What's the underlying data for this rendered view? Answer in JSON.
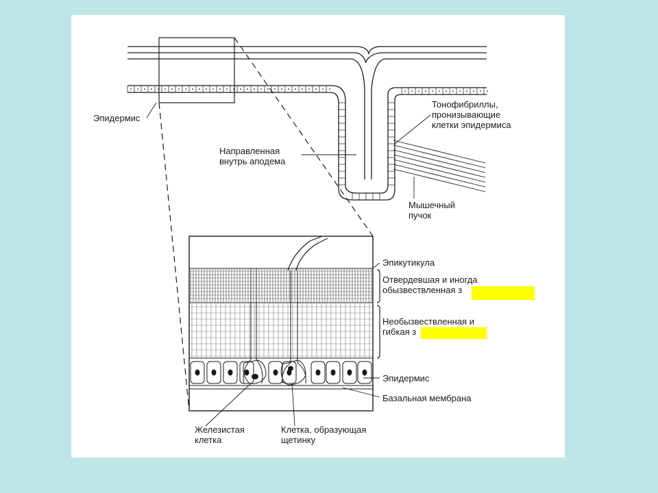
{
  "labels": {
    "epidermis_top": "Эпидермис",
    "tonofibrils": [
      "Тонофибриллы,",
      "пронизывающие",
      "клетки эпидермиса"
    ],
    "apodeme": [
      "Направленная",
      "внутрь аподема"
    ],
    "muscle": [
      "Мышечный",
      "пучок"
    ],
    "epicuticle": "Эпикутикула",
    "exocuticle": [
      "Отвердевшая и иногда",
      "обызвествленная з"
    ],
    "endocuticle": [
      "Необызвествленная и",
      "гибкая з"
    ],
    "epidermis_bottom": "Эпидермис",
    "basal_membrane": "Базальная мембрана",
    "gland_cell": [
      "Железистая",
      "клетка"
    ],
    "bristle_cell": [
      "Клетка, образующая",
      "щетинку"
    ]
  },
  "colors": {
    "background": "#bfe6e6",
    "slide": "#ffffff",
    "highlight": "#ffff00",
    "ink": "#1a1a1a"
  }
}
